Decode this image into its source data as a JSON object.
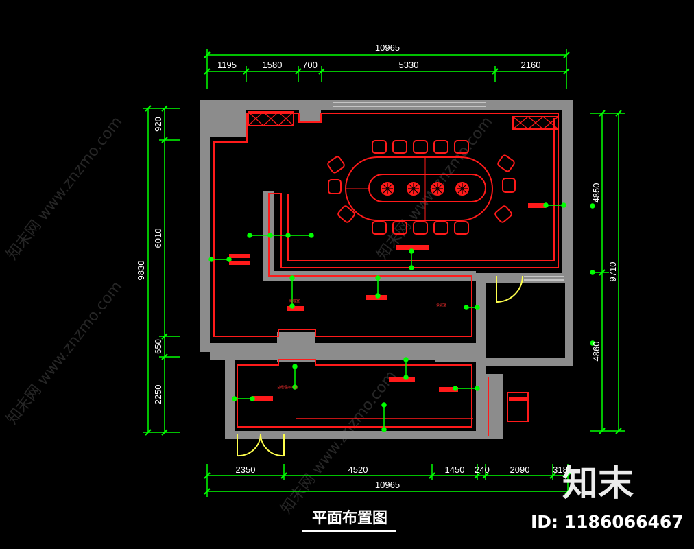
{
  "title": "平面布置图",
  "colors": {
    "background": "#000000",
    "wall": "#8c8c8c",
    "furniture": "#ff1a1a",
    "dimension": "#00ff00",
    "door": "#ffff4d",
    "text": "#ffffff"
  },
  "top_dims": {
    "overall": "10965",
    "segments": [
      "1195",
      "1580",
      "700",
      "5330",
      "2160"
    ]
  },
  "bottom_dims": {
    "overall": "10965",
    "segments": [
      "2350",
      "4520",
      "1450",
      "240",
      "2090",
      "318"
    ]
  },
  "left_dims": {
    "overall": "9830",
    "segments": [
      "920",
      "6010",
      "650",
      "2250"
    ]
  },
  "right_dims": {
    "overall": "9710",
    "segments": [
      "4850",
      "4860"
    ]
  },
  "room_labels": [
    "会议室",
    "经理室",
    "总经理办公室"
  ],
  "watermark": "知末网 www.znzmo.com",
  "brand": "知末",
  "id_text": "ID: 1186066467"
}
